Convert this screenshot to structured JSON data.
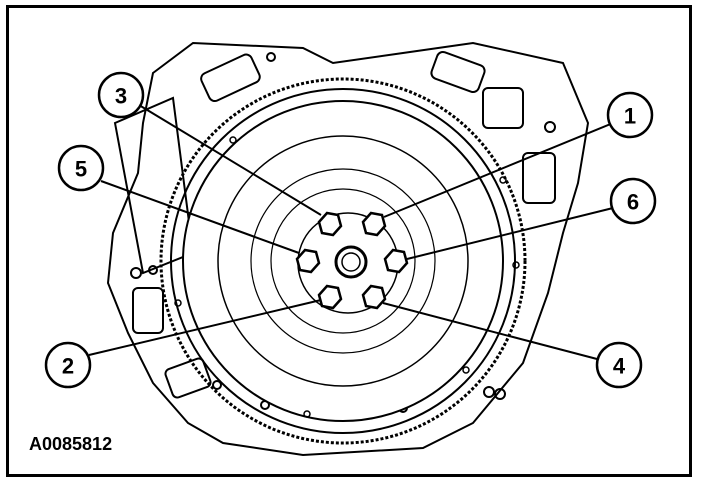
{
  "figure": {
    "id_label": "A0085812",
    "subject": "flywheel-bolt-tightening-sequence"
  },
  "callouts": [
    {
      "number": "1",
      "bolt": "upper-right"
    },
    {
      "number": "2",
      "bolt": "lower-left"
    },
    {
      "number": "3",
      "bolt": "upper-left"
    },
    {
      "number": "4",
      "bolt": "lower-right"
    },
    {
      "number": "5",
      "bolt": "left"
    },
    {
      "number": "6",
      "bolt": "right"
    }
  ],
  "colors": {
    "ink": "#000000",
    "paper": "#ffffff"
  }
}
